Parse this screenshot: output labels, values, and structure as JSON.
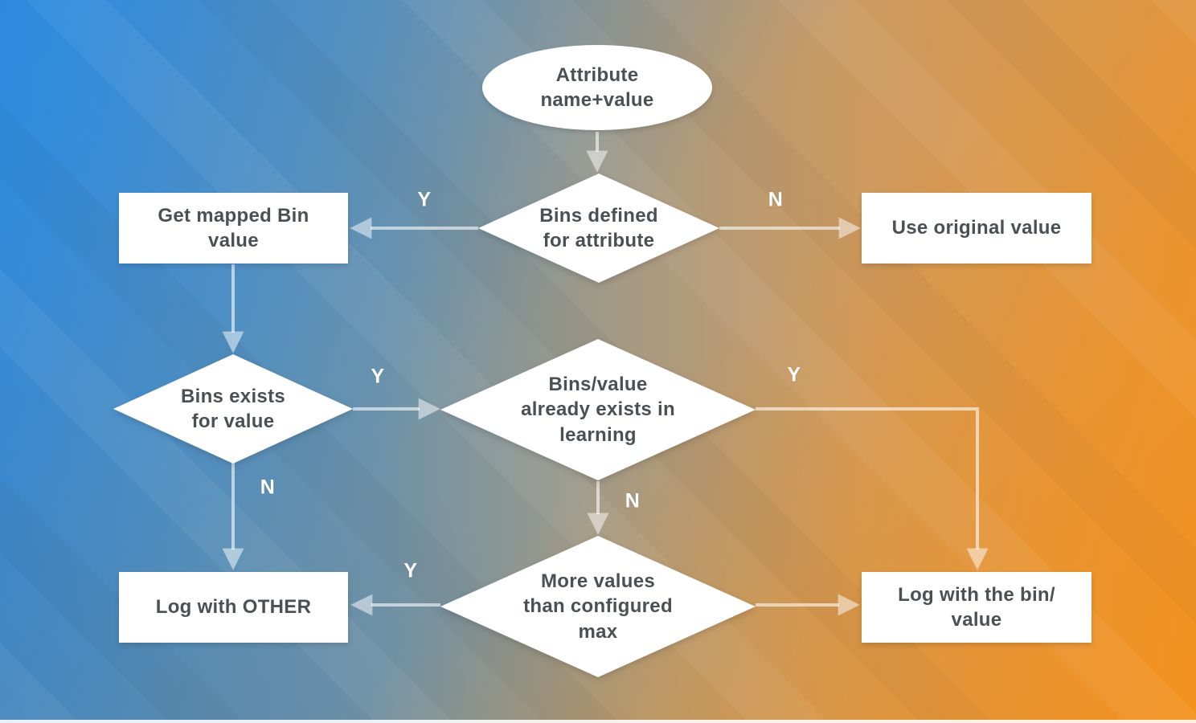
{
  "flowchart": {
    "nodes": {
      "start": {
        "shape": "ellipse",
        "label": "Attribute\nname+value"
      },
      "bins_defined": {
        "shape": "decision",
        "label": "Bins defined\nfor attribute"
      },
      "get_mapped": {
        "shape": "process",
        "label": "Get mapped Bin\nvalue"
      },
      "use_original": {
        "shape": "process",
        "label": "Use original value"
      },
      "bins_exists": {
        "shape": "decision",
        "label": "Bins exists\nfor value"
      },
      "already_exists": {
        "shape": "decision",
        "label": "Bins/value\nalready exists in\nlearning"
      },
      "log_other": {
        "shape": "process",
        "label": "Log with OTHER"
      },
      "more_values": {
        "shape": "decision",
        "label": "More values\nthan configured\nmax"
      },
      "log_bin_value": {
        "shape": "process",
        "label": "Log with the bin/\nvalue"
      }
    },
    "edges": [
      {
        "from": "start",
        "to": "bins_defined",
        "label": ""
      },
      {
        "from": "bins_defined",
        "to": "get_mapped",
        "label": "Y"
      },
      {
        "from": "bins_defined",
        "to": "use_original",
        "label": "N"
      },
      {
        "from": "get_mapped",
        "to": "bins_exists",
        "label": ""
      },
      {
        "from": "bins_exists",
        "to": "already_exists",
        "label": "Y"
      },
      {
        "from": "bins_exists",
        "to": "log_other",
        "label": "N"
      },
      {
        "from": "already_exists",
        "to": "log_bin_value",
        "label": "Y"
      },
      {
        "from": "already_exists",
        "to": "more_values",
        "label": "N"
      },
      {
        "from": "more_values",
        "to": "log_other",
        "label": "Y"
      },
      {
        "from": "more_values",
        "to": "log_bin_value",
        "label": ""
      }
    ],
    "colors": {
      "background_blue": "#2a8ce2",
      "background_orange": "#f5941f",
      "node_fill": "#ffffff",
      "node_text": "#4b5055",
      "edge_label_text": "#ffffff",
      "connector": "rgba(255,255,255,0.6)"
    }
  }
}
